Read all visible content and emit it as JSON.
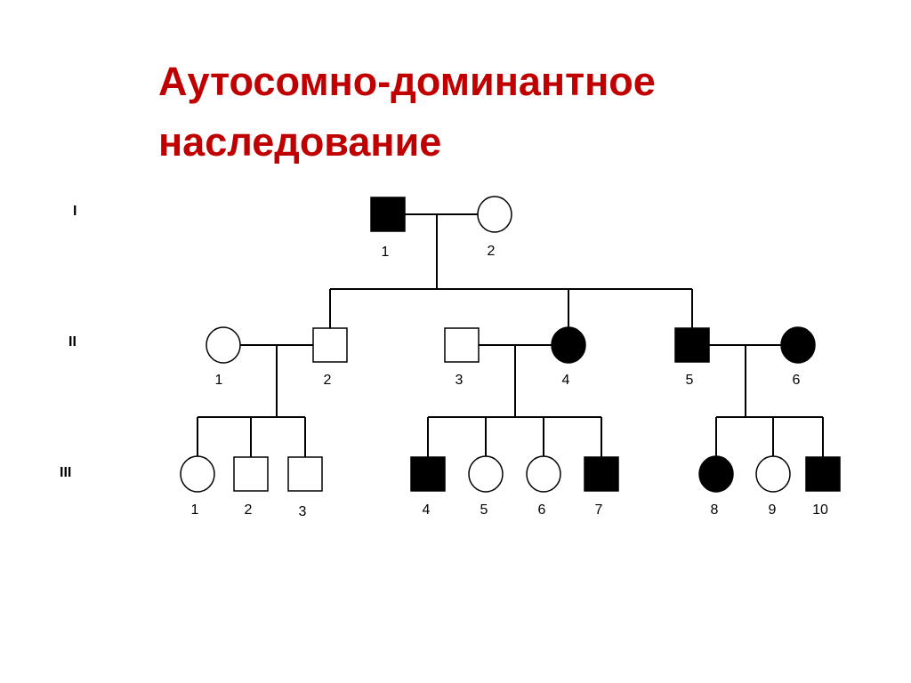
{
  "title": {
    "line1": "Аутосомно-доминантное",
    "line2": "наследование"
  },
  "colors": {
    "title": "#c00000",
    "affected": "#000000",
    "unaffected": "#ffffff",
    "line": "#000000"
  },
  "generations": [
    {
      "label": "I",
      "members": [
        {
          "id": "I-1",
          "number": "1",
          "sex": "male",
          "affected": true
        },
        {
          "id": "I-2",
          "number": "2",
          "sex": "female",
          "affected": false
        }
      ]
    },
    {
      "label": "II",
      "members": [
        {
          "id": "II-1",
          "number": "1",
          "sex": "female",
          "affected": false
        },
        {
          "id": "II-2",
          "number": "2",
          "sex": "male",
          "affected": false
        },
        {
          "id": "II-3",
          "number": "3",
          "sex": "male",
          "affected": false
        },
        {
          "id": "II-4",
          "number": "4",
          "sex": "female",
          "affected": true
        },
        {
          "id": "II-5",
          "number": "5",
          "sex": "male",
          "affected": true
        },
        {
          "id": "II-6",
          "number": "6",
          "sex": "female",
          "affected": true
        }
      ]
    },
    {
      "label": "III",
      "members": [
        {
          "id": "III-1",
          "number": "1",
          "sex": "female",
          "affected": false
        },
        {
          "id": "III-2",
          "number": "2",
          "sex": "male",
          "affected": false
        },
        {
          "id": "III-3",
          "number": "3",
          "sex": "male",
          "affected": false
        },
        {
          "id": "III-4",
          "number": "4",
          "sex": "male",
          "affected": true
        },
        {
          "id": "III-5",
          "number": "5",
          "sex": "female",
          "affected": false
        },
        {
          "id": "III-6",
          "number": "6",
          "sex": "female",
          "affected": false
        },
        {
          "id": "III-7",
          "number": "7",
          "sex": "male",
          "affected": true
        },
        {
          "id": "III-8",
          "number": "8",
          "sex": "female",
          "affected": true
        },
        {
          "id": "III-9",
          "number": "9",
          "sex": "female",
          "affected": false
        },
        {
          "id": "III-10",
          "number": "10",
          "sex": "male",
          "affected": true
        }
      ]
    }
  ],
  "couples": [
    {
      "partners": [
        "I-1",
        "I-2"
      ],
      "children": [
        "II-2",
        "II-4",
        "II-5"
      ]
    },
    {
      "partners": [
        "II-1",
        "II-2"
      ],
      "children": [
        "III-1",
        "III-2",
        "III-3"
      ]
    },
    {
      "partners": [
        "II-3",
        "II-4"
      ],
      "children": [
        "III-4",
        "III-5",
        "III-6",
        "III-7"
      ]
    },
    {
      "partners": [
        "II-5",
        "II-6"
      ],
      "children": [
        "III-8",
        "III-9",
        "III-10"
      ]
    }
  ]
}
